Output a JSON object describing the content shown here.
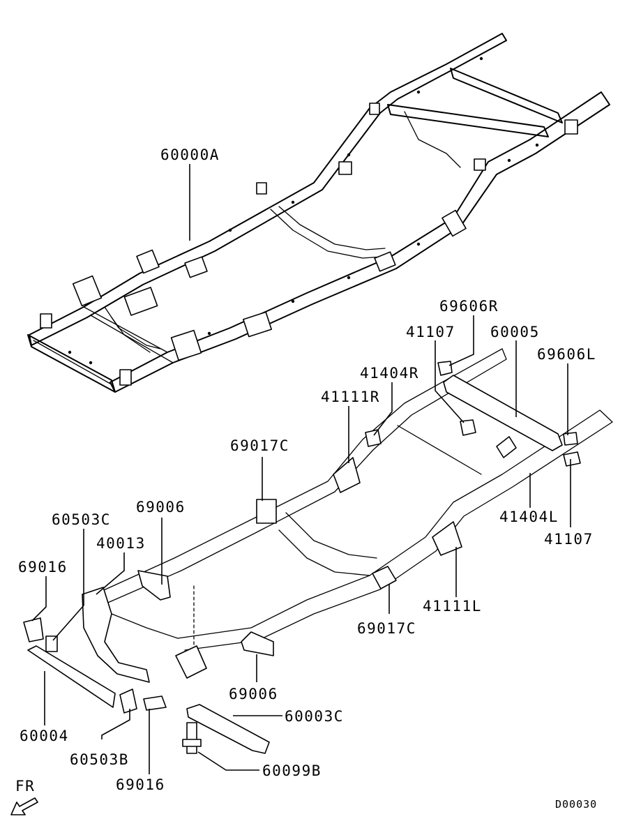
{
  "labels": {
    "frame_assy": "60000A",
    "crossmember_rear_r": "69606R",
    "bracket_41107_r": "41107",
    "crossmember_60005": "60005",
    "crossmember_rear_l": "69606L",
    "bracket_41404r": "41404R",
    "bracket_41111r": "41111R",
    "bracket_69017c_upper": "69017C",
    "bracket_69006_upper": "69006",
    "bracket_60503c": "60503C",
    "bracket_40013": "40013",
    "bracket_69016_left": "69016",
    "bracket_41404l": "41404L",
    "bracket_41107_l": "41107",
    "bracket_41111l": "41111L",
    "bracket_69017c_lower": "69017C",
    "bracket_69006_lower": "69006",
    "crossmember_60003c": "60003C",
    "crossmember_60004": "60004",
    "bracket_60503b": "60503B",
    "bolt_60099b": "60099B",
    "bracket_69016_bottom": "69016",
    "front_indicator": "FR",
    "diagram_code": "D00030"
  }
}
